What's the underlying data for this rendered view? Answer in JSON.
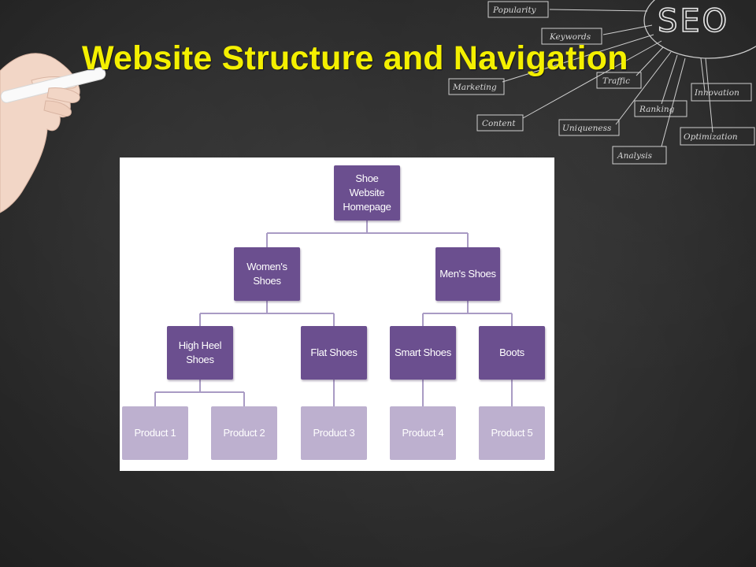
{
  "slide": {
    "title": "Website Structure and Navigation"
  },
  "seo_graphic": {
    "center": "SEO",
    "terms": [
      "Popularity",
      "Keywords",
      "Marketing",
      "Traffic",
      "Content",
      "Ranking",
      "Uniqueness",
      "Innovation",
      "Optimization",
      "Analysis"
    ]
  },
  "diagram": {
    "colors": {
      "node": "#6b4f8f",
      "leaf": "#bdb0cf",
      "connector": "#a99bc4"
    },
    "root": "Shoe\nWebsite\nHomepage",
    "level1": [
      "Women's\nShoes",
      "Men's Shoes"
    ],
    "level2": [
      "High Heel\nShoes",
      "Flat Shoes",
      "Smart Shoes",
      "Boots"
    ],
    "products": [
      "Product 1",
      "Product 2",
      "Product 3",
      "Product 4",
      "Product 5"
    ]
  }
}
